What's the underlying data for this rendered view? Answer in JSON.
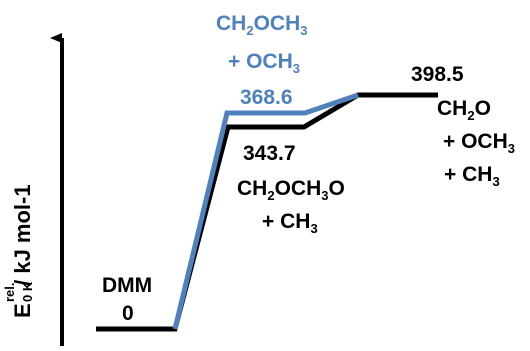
{
  "colors": {
    "black_path": "#000000",
    "blue_path": "#4f81bd"
  },
  "y_axis": {
    "label_main": "E",
    "label_sup": "rel.",
    "label_sub": "0 K",
    "label_unit": " / kJ mol-1"
  },
  "levels": {
    "reactant": {
      "name": "DMM",
      "energy": "0"
    },
    "intermediate_blue": {
      "line1_a": "CH",
      "line1_b": "2",
      "line1_c": "OCH",
      "line1_d": "3",
      "line2_a": "+ OCH",
      "line2_b": "3",
      "energy": "368.6"
    },
    "intermediate_black": {
      "energy": "343.7",
      "line1_a": "CH",
      "line1_b": "2",
      "line1_c": "OCH",
      "line1_d": "3",
      "line1_e": "O",
      "line2_a": "+ CH",
      "line2_b": "3"
    },
    "product": {
      "energy": "398.5",
      "line1_a": "CH",
      "line1_b": "2",
      "line1_c": "O",
      "line2_a": "+ OCH",
      "line2_b": "3",
      "line3_a": "+ CH",
      "line3_b": "3"
    }
  }
}
